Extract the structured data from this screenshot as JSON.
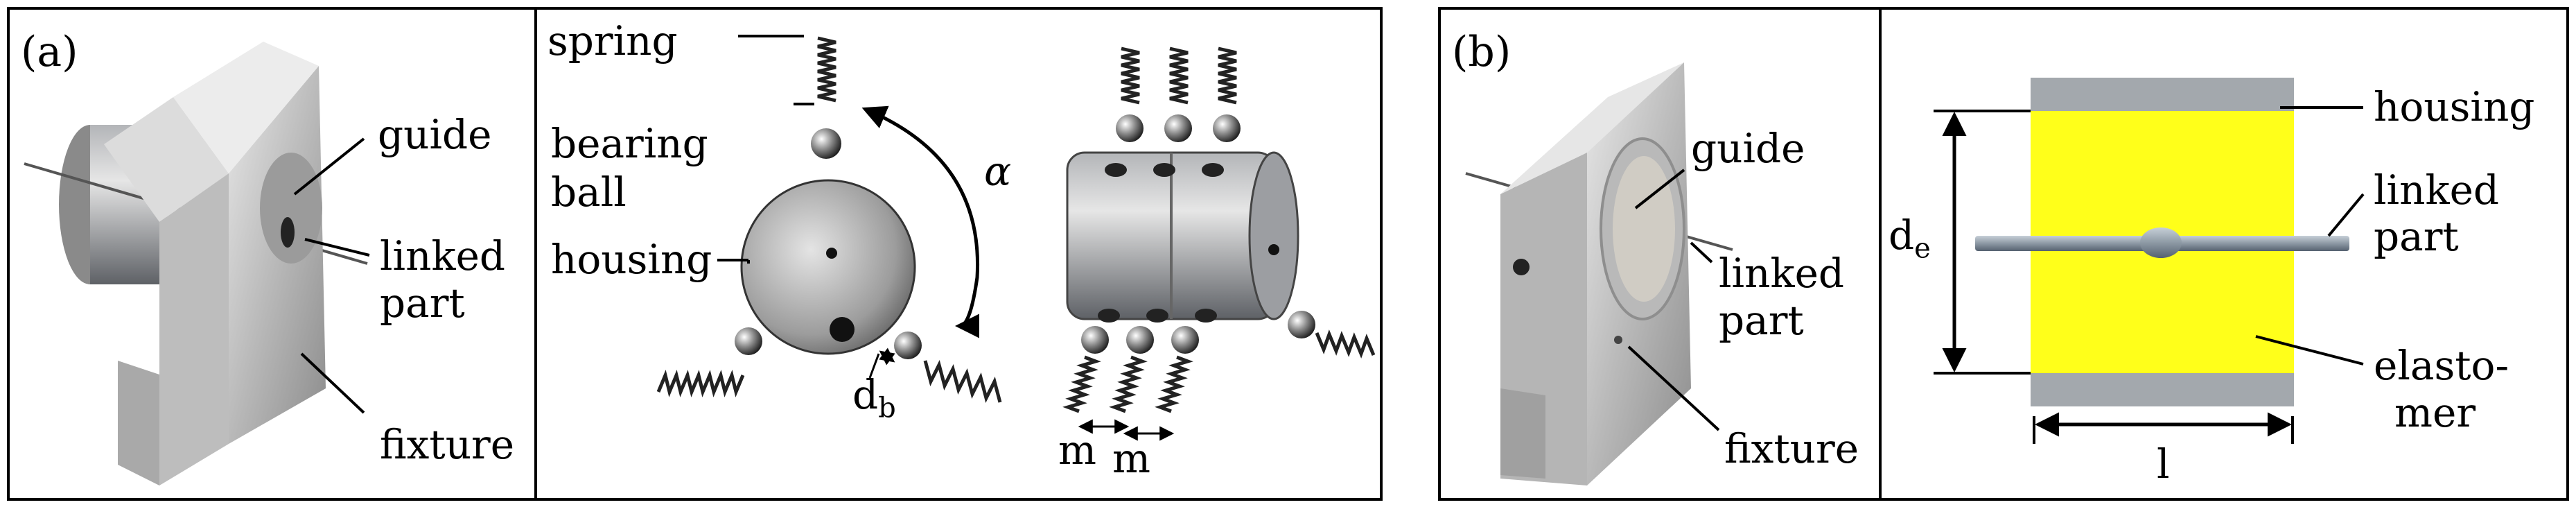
{
  "panel_a": {
    "label": "(a)",
    "photo_labels": {
      "guide": "guide",
      "linked_part_1": "linked",
      "linked_part_2": "part",
      "fixture": "fixture"
    },
    "exploded_labels": {
      "spring": "spring",
      "bearing_ball_1": "bearing",
      "bearing_ball_2": "ball",
      "housing": "housing",
      "alpha": "α",
      "d_main": "d",
      "d_sub": "b",
      "m1": "m",
      "m2": "m"
    }
  },
  "panel_b": {
    "label": "(b)",
    "photo_labels": {
      "guide": "guide",
      "linked_part_1": "linked",
      "linked_part_2": "part",
      "fixture": "fixture"
    },
    "schematic_labels": {
      "housing": "housing",
      "linked_part_1": "linked",
      "linked_part_2": "part",
      "elastomer_1": "elasto-",
      "elastomer_2": "mer",
      "de_main": "d",
      "de_sub": "e",
      "l": "l"
    },
    "colors": {
      "elastomer": "#ffff1a",
      "housing": "#a3a8ad"
    }
  }
}
